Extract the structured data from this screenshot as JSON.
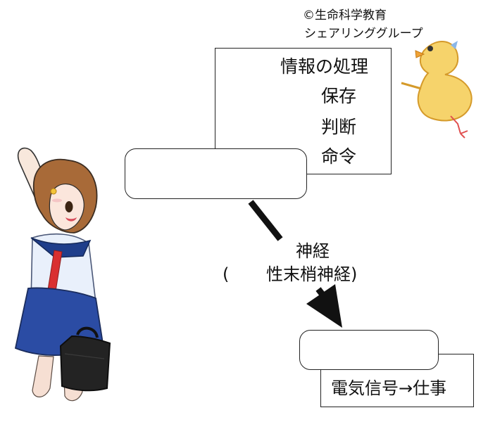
{
  "credit": {
    "line1": "©生命科学教育",
    "line2": "シェアリンググループ"
  },
  "brain_box": {
    "items": [
      "情報の処理",
      "保存",
      "判断",
      "命令"
    ]
  },
  "nerve_label": {
    "line1": "神経",
    "line2_open": "(",
    "line2_text": "性末梢神経)"
  },
  "output_box": {
    "text": "電気信号→仕事"
  }
}
